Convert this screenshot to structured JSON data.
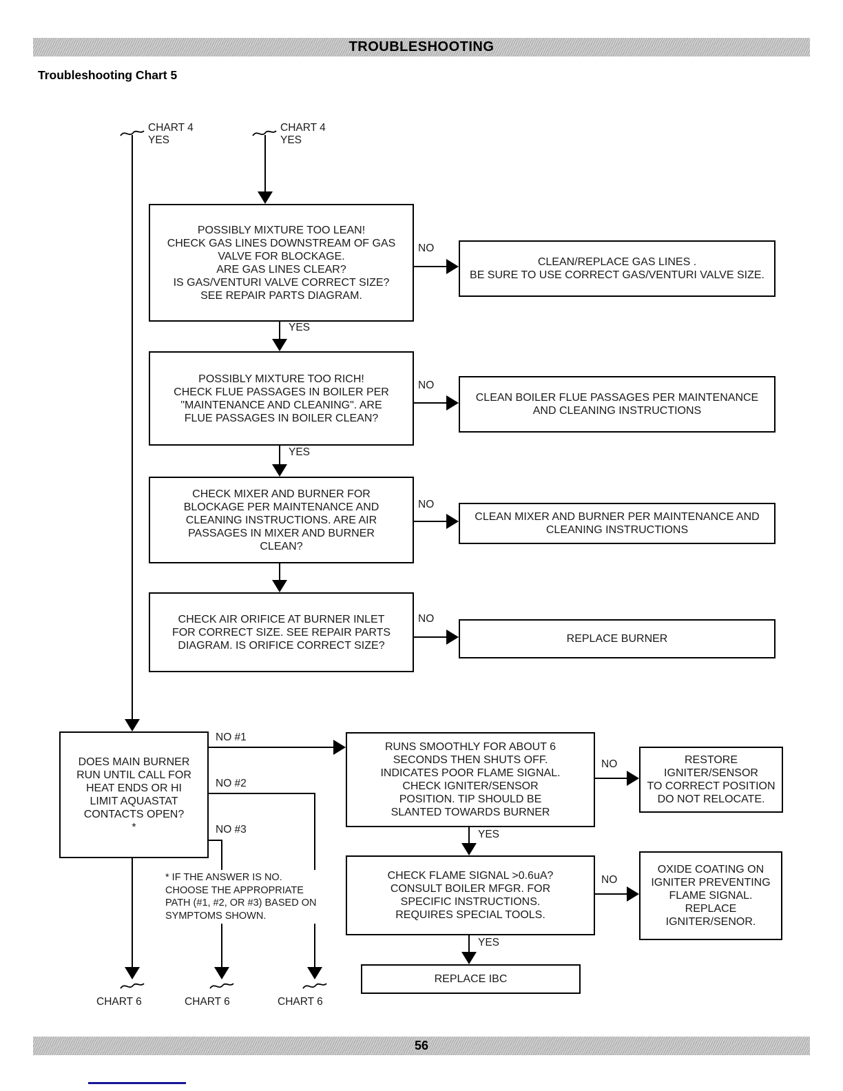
{
  "header": {
    "title": "TROUBLESHOOTING"
  },
  "subtitle": "Troubleshooting Chart 5",
  "connectors": {
    "entry_left": [
      "CHART 4",
      "YES"
    ],
    "entry_right": [
      "CHART 4",
      "YES"
    ],
    "exit_1": "CHART 6",
    "exit_2": "CHART 6",
    "exit_3": "CHART 6"
  },
  "boxes": {
    "mixture_lean": [
      "POSSIBLY MIXTURE TOO LEAN!",
      "CHECK GAS LINES DOWNSTREAM OF GAS",
      "VALVE FOR BLOCKAGE.",
      "ARE GAS LINES CLEAR?",
      "IS GAS/VENTURI VALVE CORRECT SIZE?",
      "SEE REPAIR PARTS DIAGRAM."
    ],
    "clean_gas_lines": [
      "CLEAN/REPLACE GAS LINES .",
      "BE SURE TO USE CORRECT GAS/VENTURI VALVE SIZE."
    ],
    "mixture_rich": [
      "POSSIBLY MIXTURE TOO RICH!",
      "CHECK FLUE PASSAGES IN BOILER PER",
      "\"MAINTENANCE AND CLEANING\". ARE",
      "FLUE PASSAGES IN BOILER CLEAN?"
    ],
    "clean_flue": [
      "CLEAN BOILER FLUE PASSAGES PER MAINTENANCE",
      "AND CLEANING INSTRUCTIONS"
    ],
    "check_mixer": [
      "CHECK MIXER AND BURNER FOR",
      "BLOCKAGE PER MAINTENANCE AND",
      "CLEANING INSTRUCTIONS. ARE AIR",
      "PASSAGES IN MIXER AND BURNER",
      "CLEAN?"
    ],
    "clean_mixer": [
      "CLEAN MIXER AND BURNER PER MAINTENANCE AND",
      "CLEANING INSTRUCTIONS"
    ],
    "check_orifice": [
      "CHECK AIR ORIFICE AT BURNER INLET",
      "FOR CORRECT SIZE. SEE REPAIR PARTS",
      "DIAGRAM. IS ORIFICE CORRECT SIZE?"
    ],
    "replace_burner": [
      "REPLACE BURNER"
    ],
    "main_burner": [
      "DOES MAIN BURNER",
      "RUN UNTIL CALL FOR",
      "HEAT ENDS OR HI",
      "LIMIT AQUASTAT",
      "CONTACTS OPEN?",
      "*"
    ],
    "runs_smoothly": [
      "RUNS SMOOTHLY FOR ABOUT 6",
      "SECONDS THEN SHUTS OFF.",
      "INDICATES POOR FLAME SIGNAL.",
      "CHECK IGNITER/SENSOR",
      "POSITION. TIP SHOULD BE",
      "SLANTED TOWARDS BURNER"
    ],
    "restore_igniter": [
      "RESTORE",
      "IGNITER/SENSOR",
      "TO CORRECT POSITION",
      "DO NOT RELOCATE."
    ],
    "check_flame": [
      "CHECK FLAME SIGNAL >0.6uA?",
      "CONSULT BOILER MFGR. FOR",
      "SPECIFIC INSTRUCTIONS.",
      "REQUIRES SPECIAL TOOLS."
    ],
    "oxide_coating": [
      "OXIDE COATING ON",
      "IGNITER PREVENTING",
      "FLAME SIGNAL.",
      "REPLACE",
      "IGNITER/SENOR."
    ],
    "replace_ibc": [
      "REPLACE IBC"
    ]
  },
  "edges": {
    "no_gas": "NO",
    "yes_gas": "YES",
    "no_flue": "NO",
    "yes_flue": "YES",
    "no_mixer": "NO",
    "no_orifice": "NO",
    "path_1": "NO #1",
    "path_2": "NO #2",
    "path_3": "NO #3",
    "no_position": "NO",
    "yes_position": "YES",
    "no_flame": "NO",
    "yes_flame": "YES"
  },
  "footnote": [
    "* IF THE ANSWER IS NO.",
    "CHOOSE THE APPROPRIATE",
    "PATH (#1, #2, OR #3) BASED ON",
    "SYMPTOMS SHOWN."
  ],
  "footer": {
    "page_number": "56"
  }
}
